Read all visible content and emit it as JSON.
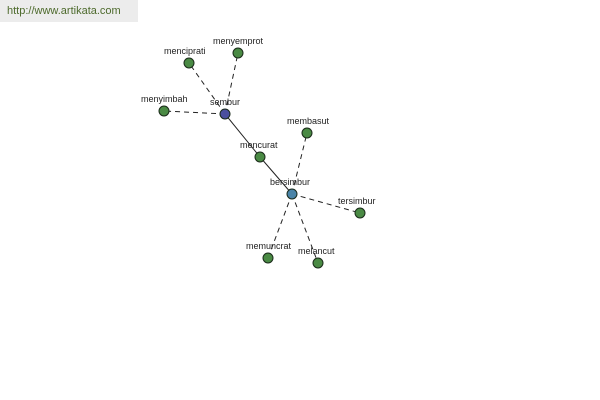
{
  "site": {
    "url": "http://www.artikata.com"
  },
  "colors": {
    "leaf": "#4a8a44",
    "root": "#4b4f9e",
    "hub": "#4a84a8"
  },
  "graph": {
    "nodes": [
      {
        "id": "sembur",
        "label": "sembur",
        "kind": "root"
      },
      {
        "id": "mencipratl",
        "label": "menciprati",
        "kind": "leaf"
      },
      {
        "id": "menyemprot",
        "label": "menyemprot",
        "kind": "leaf"
      },
      {
        "id": "menyimbah",
        "label": "menyimbah",
        "kind": "leaf"
      },
      {
        "id": "mencurat",
        "label": "mencurat",
        "kind": "leaf"
      },
      {
        "id": "bersimbur",
        "label": "bersimbur",
        "kind": "hub"
      },
      {
        "id": "membasut",
        "label": "membasut",
        "kind": "leaf"
      },
      {
        "id": "tersimbur",
        "label": "tersimbur",
        "kind": "leaf"
      },
      {
        "id": "memuncrat",
        "label": "memuncrat",
        "kind": "leaf"
      },
      {
        "id": "melancut",
        "label": "melancut",
        "kind": "leaf"
      }
    ],
    "edges": [
      {
        "from": "sembur",
        "to": "mencipratl",
        "style": "dashed"
      },
      {
        "from": "sembur",
        "to": "menyemprot",
        "style": "dashed"
      },
      {
        "from": "sembur",
        "to": "menyimbah",
        "style": "dashed"
      },
      {
        "from": "sembur",
        "to": "mencurat",
        "style": "solid"
      },
      {
        "from": "mencurat",
        "to": "bersimbur",
        "style": "solid"
      },
      {
        "from": "bersimbur",
        "to": "membasut",
        "style": "dashed"
      },
      {
        "from": "bersimbur",
        "to": "tersimbur",
        "style": "dashed"
      },
      {
        "from": "bersimbur",
        "to": "memuncrat",
        "style": "dashed"
      },
      {
        "from": "bersimbur",
        "to": "melancut",
        "style": "dashed"
      }
    ]
  }
}
